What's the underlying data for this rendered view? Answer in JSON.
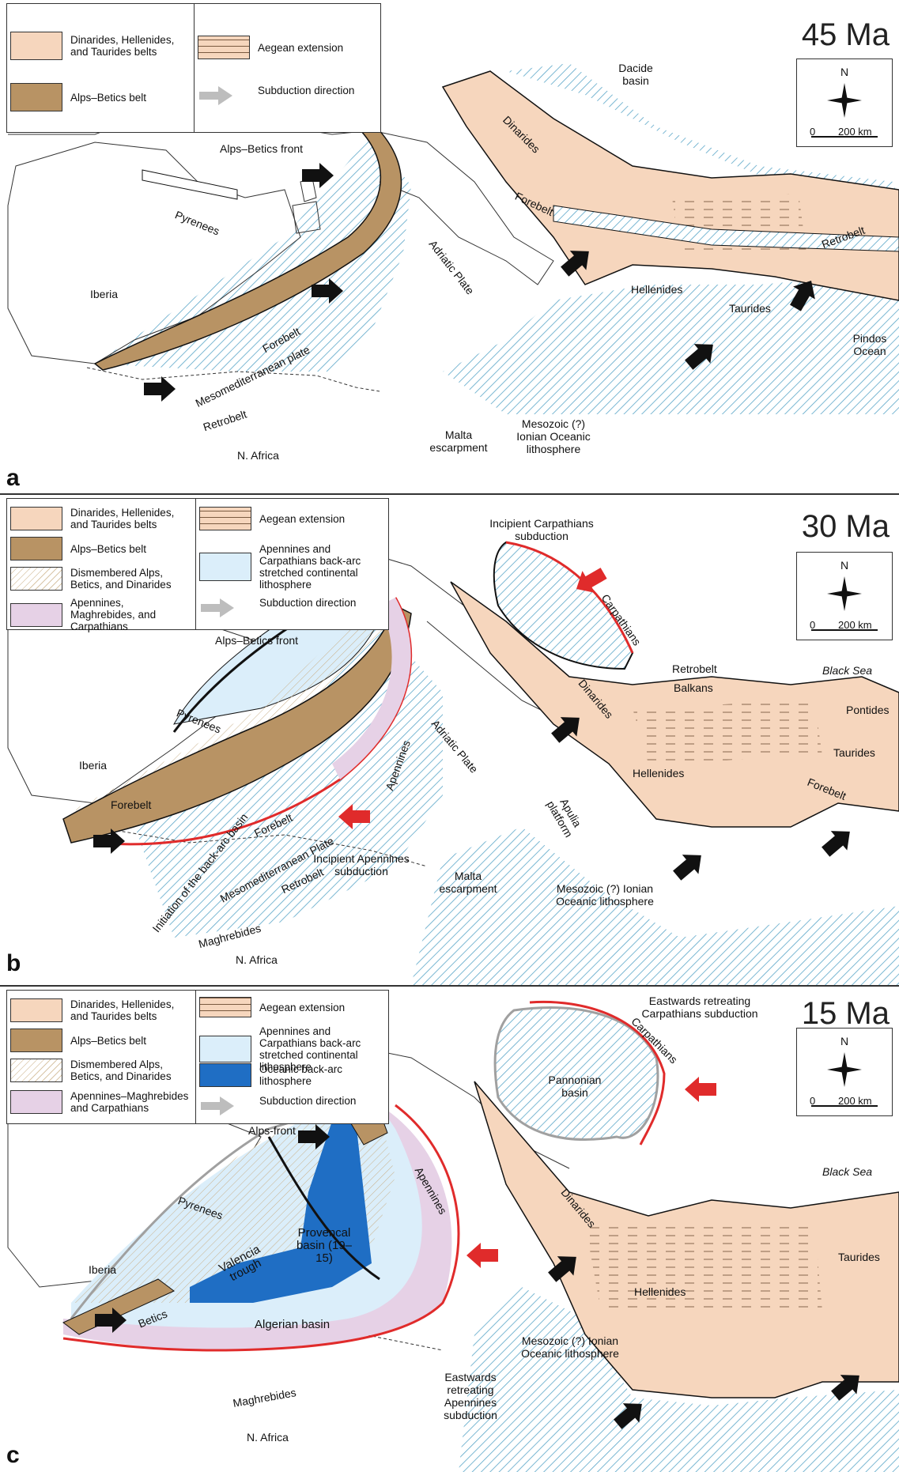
{
  "panels": [
    {
      "letter": "a",
      "age": "45 Ma",
      "legend_left": [
        "Dinarides, Hellenides, and Taurides belts",
        "Alps–Betics belt"
      ],
      "legend_right": [
        "Aegean extension",
        "Subduction direction"
      ],
      "compass": {
        "north": "N",
        "scale_zero": "0",
        "scale_km": "200 km"
      },
      "labels": {
        "alps_front": "Alps–Betics front",
        "pyrenees": "Pyrenees",
        "iberia": "Iberia",
        "forebelt": "Forebelt",
        "meso_plate": "Mesomediterranean plate",
        "retrobelt": "Retrobelt",
        "n_africa": "N. Africa",
        "adriatic": "Adriatic Plate",
        "malta": "Malta escarpment",
        "mesozoic": "Mesozoic (?) Ionian Oceanic lithosphere",
        "dacide": "Dacide basin",
        "dinarides": "Dinarides",
        "forebelt_east": "Forebelt",
        "hellenides": "Hellenides",
        "taurides": "Taurides",
        "retrobelt_east": "Retrobelt",
        "pindos": "Pindos Ocean"
      }
    },
    {
      "letter": "b",
      "age": "30 Ma",
      "legend_left": [
        "Dinarides, Hellenides, and Taurides belts",
        "Alps–Betics belt",
        "Dismembered Alps, Betics, and Dinarides",
        "Apennines, Maghrebides, and Carpathians"
      ],
      "legend_right": [
        "Aegean extension",
        "Apennines and Carpathians back-arc stretched continental lithosphere",
        "Subduction direction"
      ],
      "compass": {
        "north": "N",
        "scale_zero": "0",
        "scale_km": "200 km"
      },
      "labels": {
        "alps_front": "Alps–Betics front",
        "pyrenees": "Pyrenees",
        "iberia": "Iberia",
        "forebelt": "Forebelt",
        "initiation": "Initiation of the back-arc basin",
        "forebelt_inner": "Forebelt",
        "meso_plate": "Mesomediterranean Plate",
        "retrobelt": "Retrobelt",
        "apennines": "Apennines",
        "maghrebides": "Maghrebides",
        "incipient_apennines": "Incipient Apennines subduction",
        "n_africa": "N. Africa",
        "adriatic": "Adriatic Plate",
        "apulia": "Apulia platform",
        "malta": "Malta escarpment",
        "mesozoic": "Mesozoic (?) Ionian Oceanic lithosphere",
        "incipient_carpathians": "Incipient Carpathians subduction",
        "carpathians": "Carpathians",
        "dinarides": "Dinarides",
        "retrobelt_east": "Retrobelt",
        "balkans": "Balkans",
        "pontides": "Pontides",
        "taurides": "Taurides",
        "hellenides": "Hellenides",
        "forebelt_east": "Forebelt",
        "black_sea": "Black Sea"
      }
    },
    {
      "letter": "c",
      "age": "15 Ma",
      "legend_left": [
        "Dinarides, Hellenides, and Taurides belts",
        "Alps–Betics belt",
        "Dismembered Alps, Betics, and Dinarides",
        "Apennines–Maghrebides and Carpathians"
      ],
      "legend_right": [
        "Aegean extension",
        "Apennines and Carpathians back-arc stretched continental lithosphere",
        "Oceanic back-arc lithosphere",
        "Subduction direction"
      ],
      "compass": {
        "north": "N",
        "scale_zero": "0",
        "scale_km": "200 km"
      },
      "labels": {
        "alps_front": "Alps-front",
        "pyrenees": "Pyrenees",
        "iberia": "Iberia",
        "betics": "Betics",
        "valencia": "Valencia trough",
        "provencal": "Provencal basin (19–15)",
        "algerian": "Algerian basin",
        "apennines": "Apennines",
        "maghrebides": "Maghrebides",
        "n_africa": "N. Africa",
        "eastwards_apennines": "Eastwards retreating Apennines subduction",
        "mesozoic": "Mesozoic (?) Ionian Oceanic lithosphere",
        "eastwards_carpathians": "Eastwards retreating Carpathians subduction",
        "carpathians": "Carpathians",
        "pannonian": "Pannonian basin",
        "dinarides": "Dinarides",
        "hellenides": "Hellenides",
        "taurides": "Taurides",
        "black_sea": "Black Sea"
      }
    }
  ],
  "colors": {
    "peach": "#f6d6bd",
    "brown": "#b89364",
    "hatch_blue": "#5aa6c8",
    "light_blue": "#dbeefa",
    "dark_blue": "#1f6ec4",
    "pink": "#e6d1e6",
    "red": "#e02b2b",
    "grey": "#a0a0a0"
  }
}
